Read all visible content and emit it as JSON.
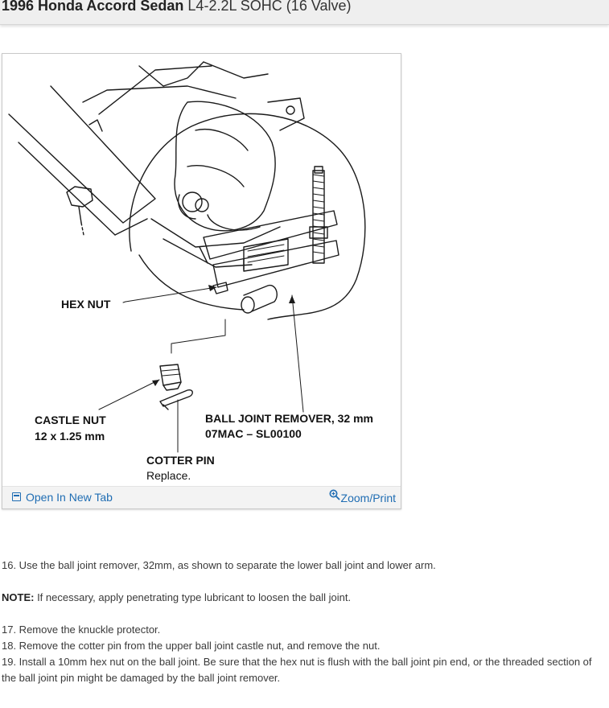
{
  "header": {
    "model": "1996 Honda Accord Sedan",
    "engine": "L4-2.2L SOHC (16 Valve)"
  },
  "figure": {
    "labels": {
      "hex_nut": "HEX NUT",
      "castle_nut": "CASTLE NUT",
      "castle_nut_size": "12 x 1.25 mm",
      "ball_joint_remover": "BALL JOINT REMOVER, 32 mm",
      "ball_joint_remover_part": "07MAC – SL00100",
      "cotter_pin": "COTTER PIN",
      "cotter_pin_note": "Replace."
    },
    "footer": {
      "open_tab": "Open In New Tab",
      "zoom_print": "Zoom/Print"
    }
  },
  "steps": {
    "step16": "16. Use the ball joint remover, 32mm, as shown to separate the lower ball joint and lower arm.",
    "note_label": "NOTE:",
    "note_text": " If necessary, apply penetrating type lubricant to loosen the ball joint.",
    "step17": "17. Remove the knuckle protector.",
    "step18": "18. Remove the cotter pin from the upper ball joint castle nut, and remove the nut.",
    "step19": "19. Install a 10mm hex nut on the ball joint. Be sure that the hex nut is flush with the ball joint pin end, or the threaded section of the ball joint pin might be damaged by the ball joint remover."
  },
  "colors": {
    "link": "#1f6db3",
    "header_bg": "#efefef",
    "text": "#3a3a3a"
  }
}
